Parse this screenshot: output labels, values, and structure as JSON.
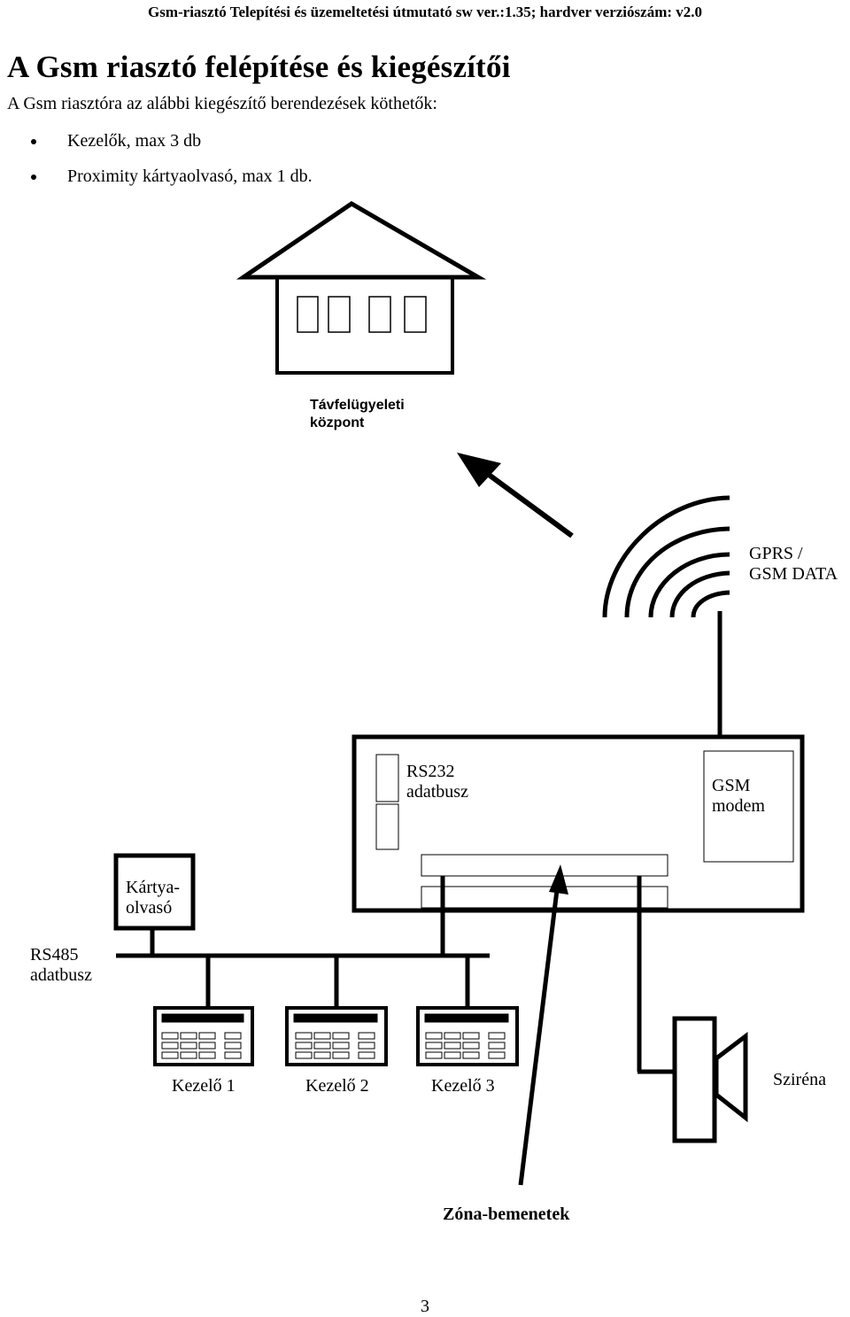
{
  "page": {
    "header": "Gsm-riasztó Telepítési és üzemeltetési útmutató sw ver.:1.35; hardver verziószám: v2.0",
    "title": "A Gsm riasztó felépítése és kiegészítői",
    "intro": "A Gsm riasztóra az alábbi kiegészítő berendezések köthetők:",
    "bullets": [
      "Kezelők, max 3 db",
      "Proximity kártyaolvasó, max 1 db."
    ],
    "page_number": "3"
  },
  "diagram": {
    "remote_center": [
      "Távfelügyeleti",
      "központ"
    ],
    "gprs": [
      "GPRS /",
      "GSM DATA"
    ],
    "rs232": [
      "RS232",
      "adatbusz"
    ],
    "gsm_modem": [
      "GSM",
      "modem"
    ],
    "card_reader": [
      "Kártya-",
      "olvasó"
    ],
    "rs485": [
      "RS485",
      "adatbusz"
    ],
    "keypad1": "Kezelő 1",
    "keypad2": "Kezelő 2",
    "keypad3": "Kezelő 3",
    "siren": "Sziréna",
    "zone_inputs": "Zóna-bemenetek"
  }
}
